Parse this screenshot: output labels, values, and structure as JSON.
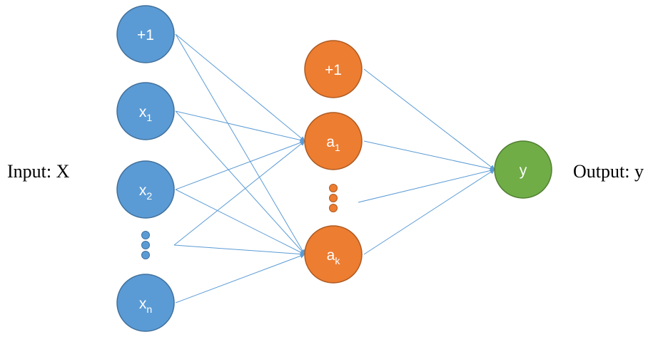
{
  "labels": {
    "input": "Input: X",
    "output": "Output: y"
  },
  "input_layer": {
    "nodes": [
      {
        "main": "+1",
        "sub": ""
      },
      {
        "main": "x",
        "sub": "1"
      },
      {
        "main": "x",
        "sub": "2"
      },
      {
        "main": "x",
        "sub": "n"
      }
    ]
  },
  "hidden_layer": {
    "nodes": [
      {
        "main": "+1",
        "sub": ""
      },
      {
        "main": "a",
        "sub": "1"
      },
      {
        "main": "a",
        "sub": "k"
      }
    ]
  },
  "output_layer": {
    "nodes": [
      {
        "main": "y",
        "sub": ""
      }
    ]
  },
  "colors": {
    "input": "#5b9bd5",
    "input_stroke": "#41719c",
    "hidden": "#ed7d31",
    "hidden_stroke": "#ae5a21",
    "output": "#70ad47",
    "output_stroke": "#507e32",
    "edge": "#5b9bd5"
  }
}
